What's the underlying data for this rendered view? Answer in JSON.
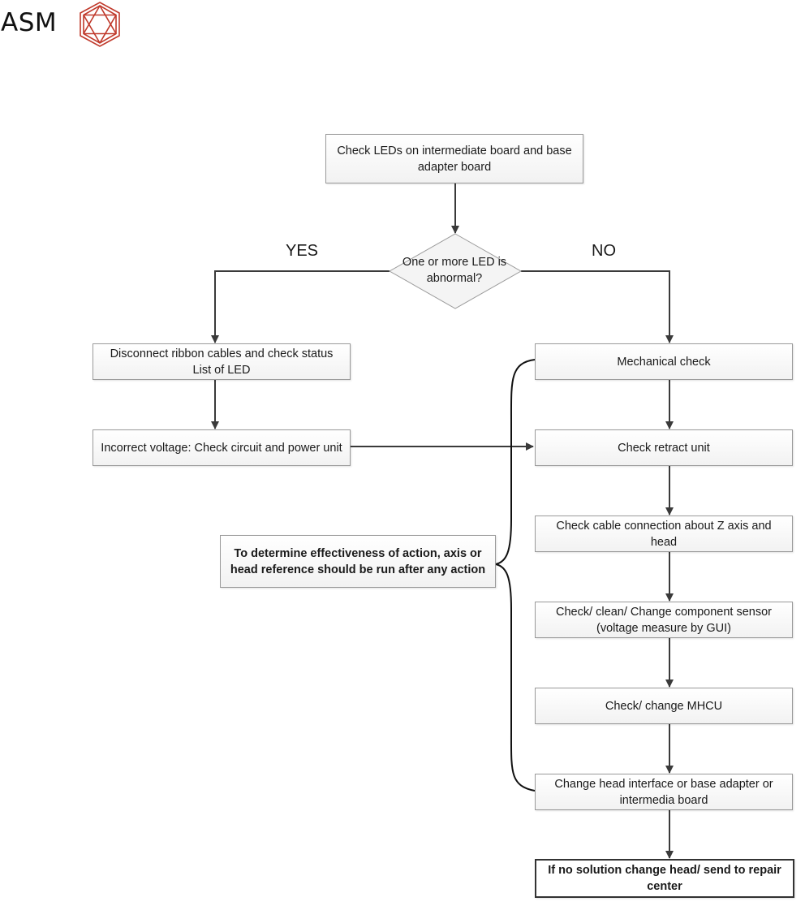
{
  "logo": {
    "text": "ASM",
    "color": "#c0392b"
  },
  "flowchart": {
    "start": "Check LEDs on intermediate board and base adapter board",
    "decision": "One or more LED is abnormal?",
    "yes_label": "YES",
    "no_label": "NO",
    "yes_branch": [
      "Disconnect ribbon cables and check status List of LED",
      "Incorrect voltage: Check circuit and power unit"
    ],
    "no_branch": [
      "Mechanical check",
      "Check retract unit",
      "Check cable connection about Z axis and head",
      "Check/ clean/ Change component sensor (voltage measure by GUI)",
      "Check/ change MHCU",
      "Change head interface or base adapter or intermedia board"
    ],
    "note": "To determine effectiveness of action, axis or head reference should be run after any action",
    "final": "If no solution change head/ send to repair center"
  }
}
